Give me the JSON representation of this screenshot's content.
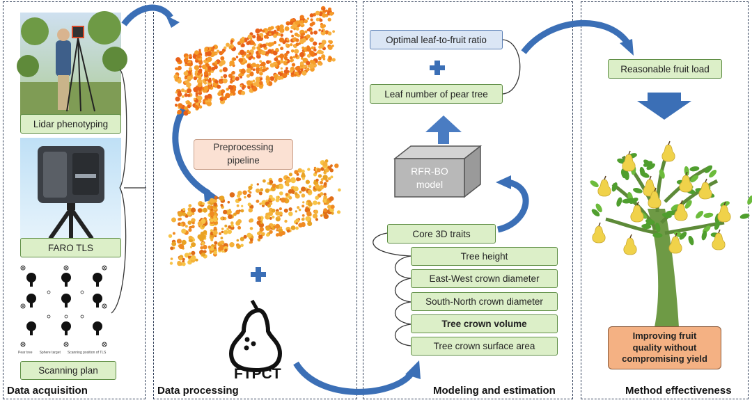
{
  "panels": {
    "acquisition": "Data acquisition",
    "processing": "Data processing",
    "modeling": "Modeling and estimation",
    "effectiveness": "Method effectiveness"
  },
  "acquisition": {
    "lidar_label": "Lidar phenotyping",
    "tls_label": "FARO TLS",
    "plan_label": "Scanning plan",
    "plan_legend": [
      "Pear tree",
      "Sphere target",
      "Scanning position of TLS"
    ]
  },
  "processing": {
    "pipeline_label": "Preprocessing pipeline",
    "logo_label": "FTPCT"
  },
  "modeling": {
    "ratio_label": "Optimal leaf-to-fruit ratio",
    "leaf_label": "Leaf number of pear tree",
    "model_label": "RFR-BO model",
    "core_label": "Core 3D traits",
    "traits": [
      "Tree height",
      "East-West crown diameter",
      "South-North crown diameter",
      "Tree crown volume",
      "Tree crown surface area"
    ]
  },
  "effectiveness": {
    "fruit_load_label": "Reasonable fruit load",
    "outcome_label": "Improving fruit quality without compromising yield"
  },
  "colors": {
    "green_box": "#dcefc8",
    "blue_box": "#dbe6f5",
    "arrow_blue": "#3b6fb6",
    "orange": "#f4b183"
  }
}
